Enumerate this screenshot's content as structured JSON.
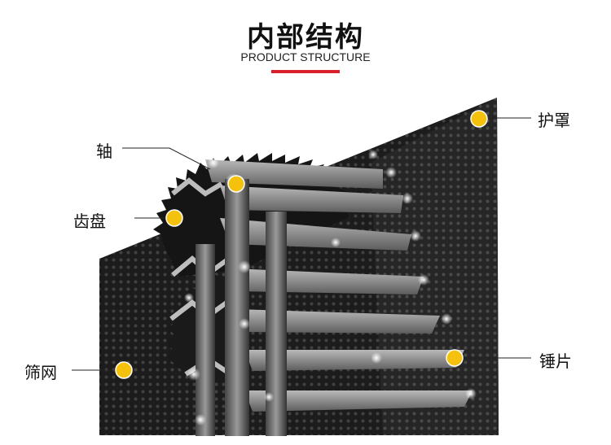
{
  "header": {
    "title": "内部结构",
    "subtitle": "PRODUCT STRUCTURE"
  },
  "colors": {
    "accent": "#d8202a",
    "marker": "#f4c20d",
    "housing": "#1e1e1e"
  },
  "labels": {
    "shaft": "轴",
    "gear_disc": "齿盘",
    "screen": "筛网",
    "guard": "护罩",
    "hammer": "锤片"
  }
}
